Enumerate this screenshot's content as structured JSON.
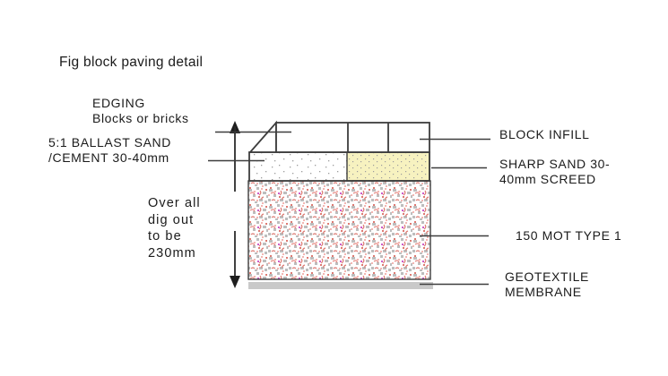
{
  "title": "Fig block paving detail",
  "callouts": {
    "edging_line1": "EDGING",
    "edging_line2": "Blocks or bricks",
    "ballast_line1": "5:1 BALLAST SAND",
    "ballast_line2": "/CEMENT 30-40mm",
    "digout_line1": "Over all",
    "digout_line2": "dig out",
    "digout_line3": "to be",
    "digout_line4": "230mm",
    "block_infill": "BLOCK INFILL",
    "sharp_sand_line1": "SHARP SAND 30-",
    "sharp_sand_line2": "40mm SCREED",
    "mot": "150 MOT TYPE 1",
    "geotextile_line1": "GEOTEXTILE",
    "geotextile_line2": "MEMBRANE"
  },
  "colors": {
    "line": "#3d3d3d",
    "text": "#1b1b1b",
    "screed_yellow": "#f7f2c0",
    "membrane_gray": "#c9c9c9",
    "mot_gray": "#bdbdbd",
    "mot_red": "#dd7a72",
    "mot_pink": "#f2b6b2",
    "mot_magenta": "#cc5cc8",
    "sand_dot": "#9c9c9c"
  }
}
